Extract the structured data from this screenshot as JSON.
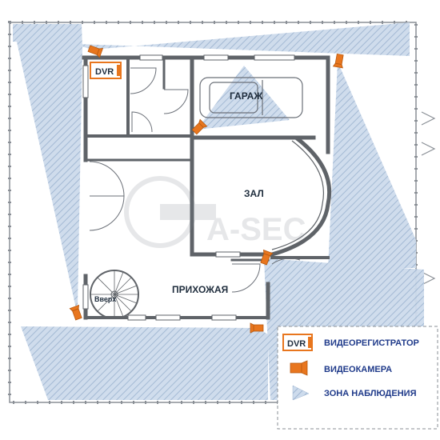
{
  "rooms": {
    "garage": "ГАРАЖ",
    "hall": "ЗАЛ",
    "entrance": "ПРИХОЖАЯ",
    "stairs_up": "Вверх"
  },
  "watermark": "A-SEC",
  "dvr_badge": "DVR",
  "legend": {
    "dvr_badge": "DVR",
    "dvr_label": "ВИДЕОРЕГИСТРАТОР",
    "camera_label": "ВИДЕОКАМЕРА",
    "zone_label": "ЗОНА НАБЛЮДЕНИЯ"
  },
  "colors": {
    "zone_fill": "#c9d7e8",
    "zone_hatch": "#9fb6d2",
    "wall": "#5f6368",
    "camera": "#e8761e",
    "dvr_border": "#e8761e",
    "legend_text": "#1f3a8a"
  },
  "icons": {
    "camera": "camera-icon",
    "dvr": "dvr-icon",
    "zone": "zone-triangle-icon"
  }
}
